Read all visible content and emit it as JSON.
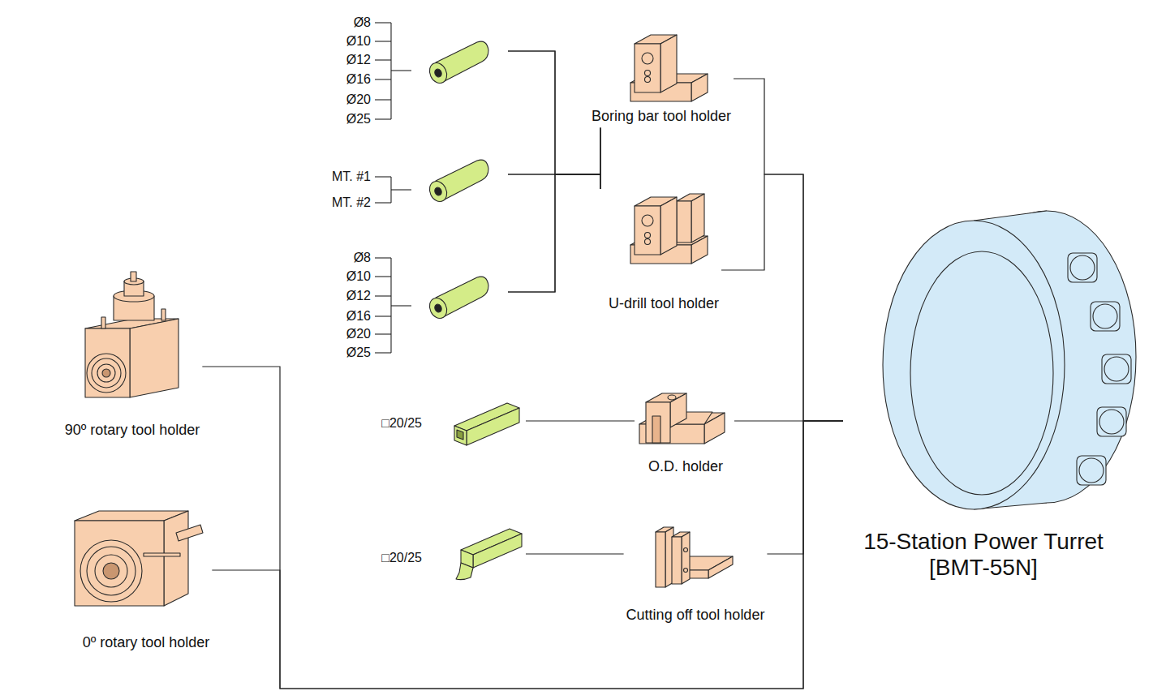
{
  "diagram": {
    "nodes": [
      {
        "text": [
          "Ø8",
          "Ø10",
          "Ø12",
          "Ø16",
          "Ø20",
          "Ø25"
        ]
      },
      {
        "text": [
          "MT. #1",
          "MT. #2"
        ]
      },
      {
        "text": [
          "Ø8",
          "Ø10",
          "Ø12",
          "Ø16",
          "Ø20",
          "Ø25"
        ]
      },
      {
        "text": [
          "Boring bar tool holder"
        ]
      },
      {
        "text": [
          "U-drill tool holder"
        ]
      },
      {
        "text": [
          "□20/25"
        ]
      },
      {
        "text": [
          "O.D. holder"
        ]
      },
      {
        "text": [
          "□20/25"
        ]
      },
      {
        "text": [
          "Cutting off tool holder"
        ]
      },
      {
        "text": [
          "90º rotary tool holder"
        ]
      },
      {
        "text": [
          "0º rotary tool holder"
        ]
      },
      {
        "text": [
          "15-Station Power Turret [BMT-55N]"
        ]
      }
    ],
    "edges": [
      {
        "from": 0,
        "to": 3,
        "arrow": "none"
      },
      {
        "from": 0,
        "to": 4,
        "arrow": "none"
      },
      {
        "from": 1,
        "to": 3,
        "arrow": "none"
      },
      {
        "from": 1,
        "to": 4,
        "arrow": "none"
      },
      {
        "from": 2,
        "to": 3,
        "arrow": "none"
      },
      {
        "from": 2,
        "to": 4,
        "arrow": "none"
      },
      {
        "from": 5,
        "to": 6,
        "arrow": "none"
      },
      {
        "from": 7,
        "to": 8,
        "arrow": "none"
      },
      {
        "from": 3,
        "to": 11,
        "arrow": "none"
      },
      {
        "from": 4,
        "to": 11,
        "arrow": "none"
      },
      {
        "from": 6,
        "to": 11,
        "arrow": "none"
      },
      {
        "from": 8,
        "to": 11,
        "arrow": "none"
      },
      {
        "from": 9,
        "to": 11,
        "arrow": "none"
      },
      {
        "from": 10,
        "to": 11,
        "arrow": "none"
      }
    ]
  }
}
